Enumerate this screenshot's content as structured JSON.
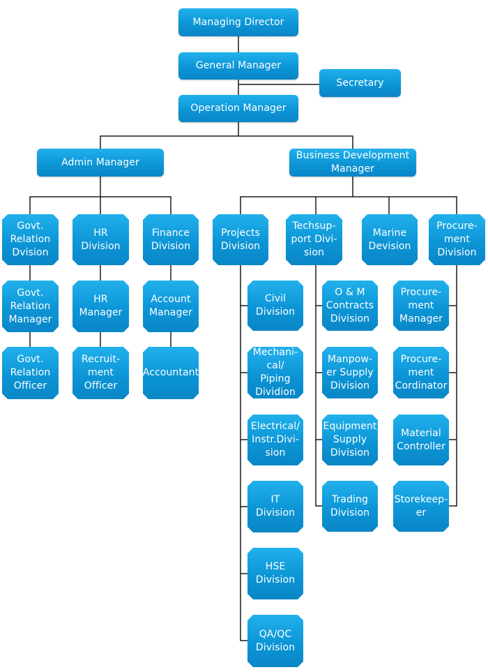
{
  "nodes": {
    "managing_director": "Managing Director",
    "general_manager": "General Manager",
    "secretary": "Secretary",
    "operation_manager": "Operation Manager",
    "admin_manager": "Admin Manager",
    "bd_manager": "Business Development\nManager",
    "govt_relation_division": "Govt.\nRelation\nDvision",
    "hr_division": "HR\nDivision",
    "finance_division": "Finance\nDivision",
    "govt_relation_manager": "Govt.\nRelation\nManager",
    "hr_manager": "HR\nManager",
    "account_manager": "Account\nManager",
    "govt_relation_officer": "Govt.\nRelation\nOfficer",
    "recruitment_officer": "Recruit-\nment\nOfficer",
    "accountant": "Accountant",
    "projects_division": "Projects\nDivision",
    "techsupport_division": "Techsup-\nport Divi-\nsion",
    "marine_division": "Marine\nDevision",
    "procurement_division": "Procure-\nment\nDivision",
    "civil_division": "Civil\nDivision",
    "mechanical_division": "Mechani-\ncal/ Piping\nDividion",
    "electrical_division": "Electrical/\nInstr.Divi-\nsion",
    "it_division": "IT\nDivision",
    "hse_division": "HSE\nDivision",
    "qaqc_division": "QA/QC\nDivision",
    "om_contracts_division": "O & M\nContracts\nDivision",
    "manpower_supply_division": "Manpow-\ner Supply\nDivision",
    "equipment_supply_division": "Equipment\nSupply\nDivision",
    "trading_division": "Trading\nDivision",
    "procurement_manager": "Procure-\nment\nManager",
    "procurement_coordinator": "Procure-\nment\nCordinator",
    "material_controller": "Material\nController",
    "storekeeper": "Storekeep-\ner"
  },
  "colors": {
    "box": "#0c95d6",
    "line": "#1a1a1a",
    "text": "#ffffff"
  }
}
